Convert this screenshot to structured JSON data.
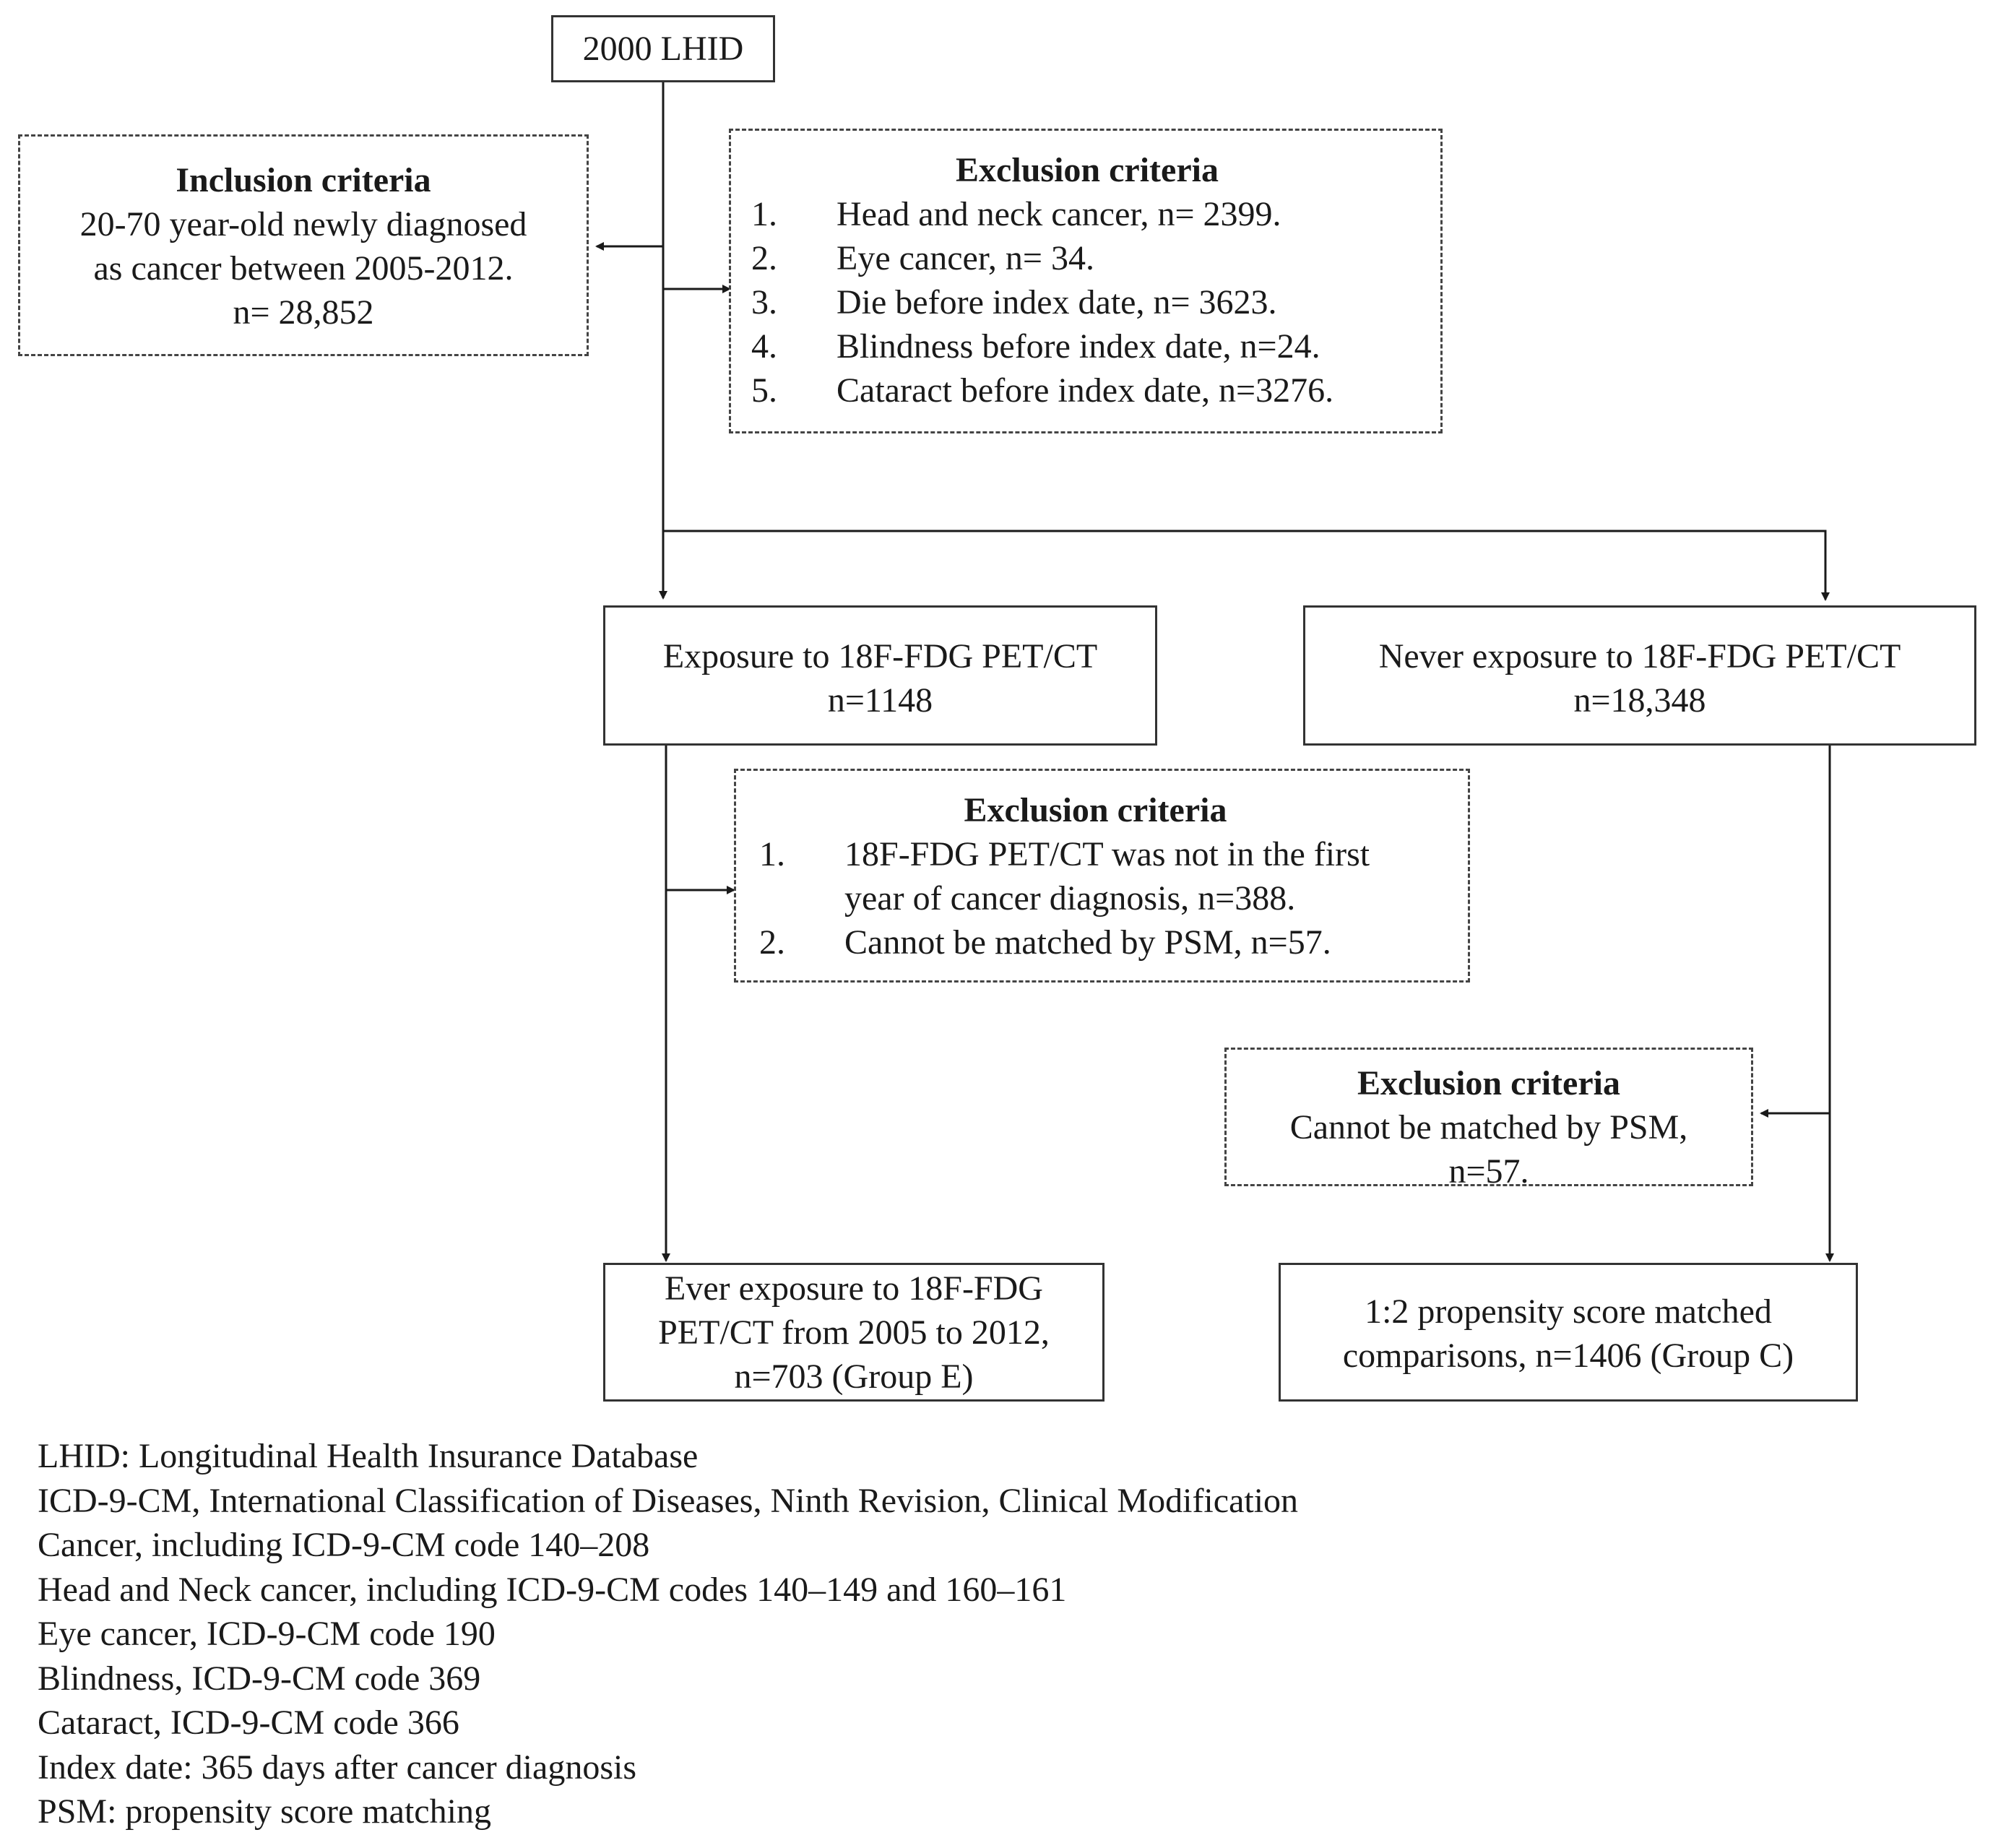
{
  "source": {
    "label": "2000 LHID"
  },
  "inclusion": {
    "title": "Inclusion criteria",
    "lines": [
      "20-70 year-old newly diagnosed",
      "as cancer between 2005-2012.",
      "n= 28,852"
    ]
  },
  "exclusion_1": {
    "title": "Exclusion criteria",
    "items": [
      {
        "num": "1.",
        "text": "Head and neck cancer, n= 2399."
      },
      {
        "num": "2.",
        "text": "Eye cancer, n= 34."
      },
      {
        "num": "3.",
        "text": "Die before index date, n= 3623."
      },
      {
        "num": "4.",
        "text": "Blindness before index date, n=24."
      },
      {
        "num": "5.",
        "text": "Cataract before index date, n=3276."
      }
    ]
  },
  "exposure": {
    "lines": [
      "Exposure to 18F-FDG PET/CT",
      "n=1148"
    ]
  },
  "never_exposure": {
    "lines": [
      "Never exposure to 18F-FDG PET/CT",
      "n=18,348"
    ]
  },
  "exclusion_2": {
    "title": "Exclusion criteria",
    "items": [
      {
        "num": "1.",
        "text": "18F-FDG PET/CT was not in the first year of cancer diagnosis, n=388."
      },
      {
        "num": "2.",
        "text": "Cannot be matched by PSM, n=57."
      }
    ]
  },
  "exclusion_3": {
    "title": "Exclusion criteria",
    "lines": [
      "Cannot be matched by PSM,",
      "n=57."
    ]
  },
  "group_e": {
    "lines": [
      "Ever exposure to 18F-FDG",
      "PET/CT from 2005 to 2012,",
      "n=703 (Group E)"
    ]
  },
  "group_c": {
    "lines": [
      "1:2 propensity score matched",
      "comparisons, n=1406 (Group C)"
    ]
  },
  "legend": [
    "LHID: Longitudinal Health Insurance Database",
    "ICD-9-CM, International Classification of Diseases, Ninth Revision, Clinical Modification",
    "Cancer, including ICD-9-CM code 140–208",
    "Head and Neck cancer, including ICD-9-CM codes 140–149 and 160–161",
    "Eye cancer, ICD-9-CM code 190",
    "Blindness, ICD-9-CM code 369",
    "Cataract, ICD-9-CM code 366",
    "Index date: 365 days after cancer diagnosis",
    "PSM: propensity score matching"
  ]
}
